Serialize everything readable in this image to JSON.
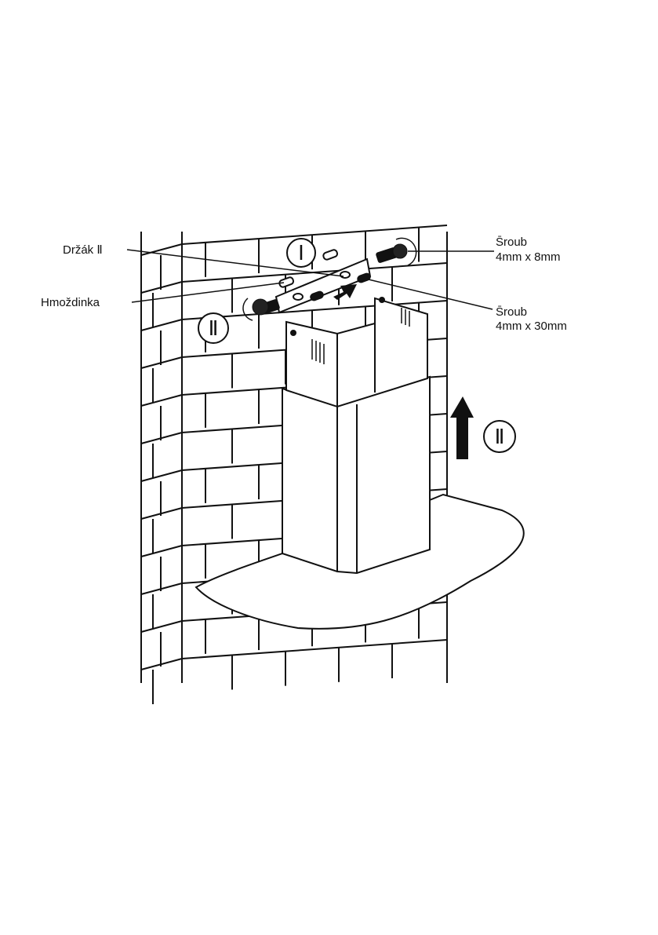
{
  "labels": {
    "bracket": "Držák Ⅱ",
    "anchor": "Hmoždinka",
    "screw_short_name": "S̄roub",
    "screw_short_size": "4mm x 8mm",
    "screw_long_name": "S̄roub",
    "screw_long_size": "4mm x 30mm"
  },
  "steps": {
    "step_one": "Ⅰ",
    "step_two_left": "Ⅱ",
    "step_two_right": "Ⅱ"
  },
  "colors": {
    "line": "#111111",
    "panel": "#ffffff",
    "shade": "#d9d9d9"
  }
}
